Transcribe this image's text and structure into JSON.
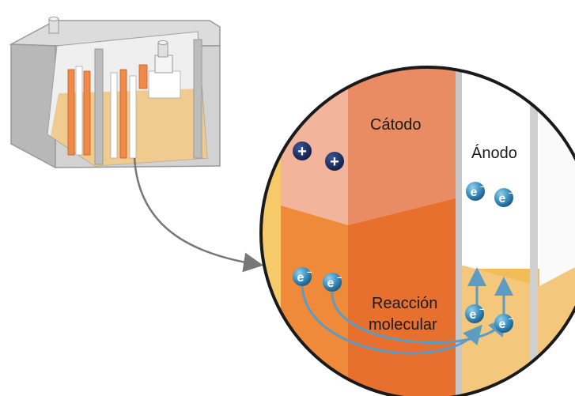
{
  "labels": {
    "cathode": "Cátodo",
    "anode": "Ánodo",
    "reaction_line1": "Reacción",
    "reaction_line2": "molecular"
  },
  "symbols": {
    "positive_ion": "+",
    "electron": "e",
    "electron_sup": "−"
  },
  "colors": {
    "cathode_orange": "#ec6b2c",
    "electrolyte_yellow": "#f2bd57",
    "anode_white": "#ffffff",
    "electron_blue": "#3a8fbf",
    "ion_navy": "#1e2f63",
    "casing_gray": "#c9c9c9"
  }
}
